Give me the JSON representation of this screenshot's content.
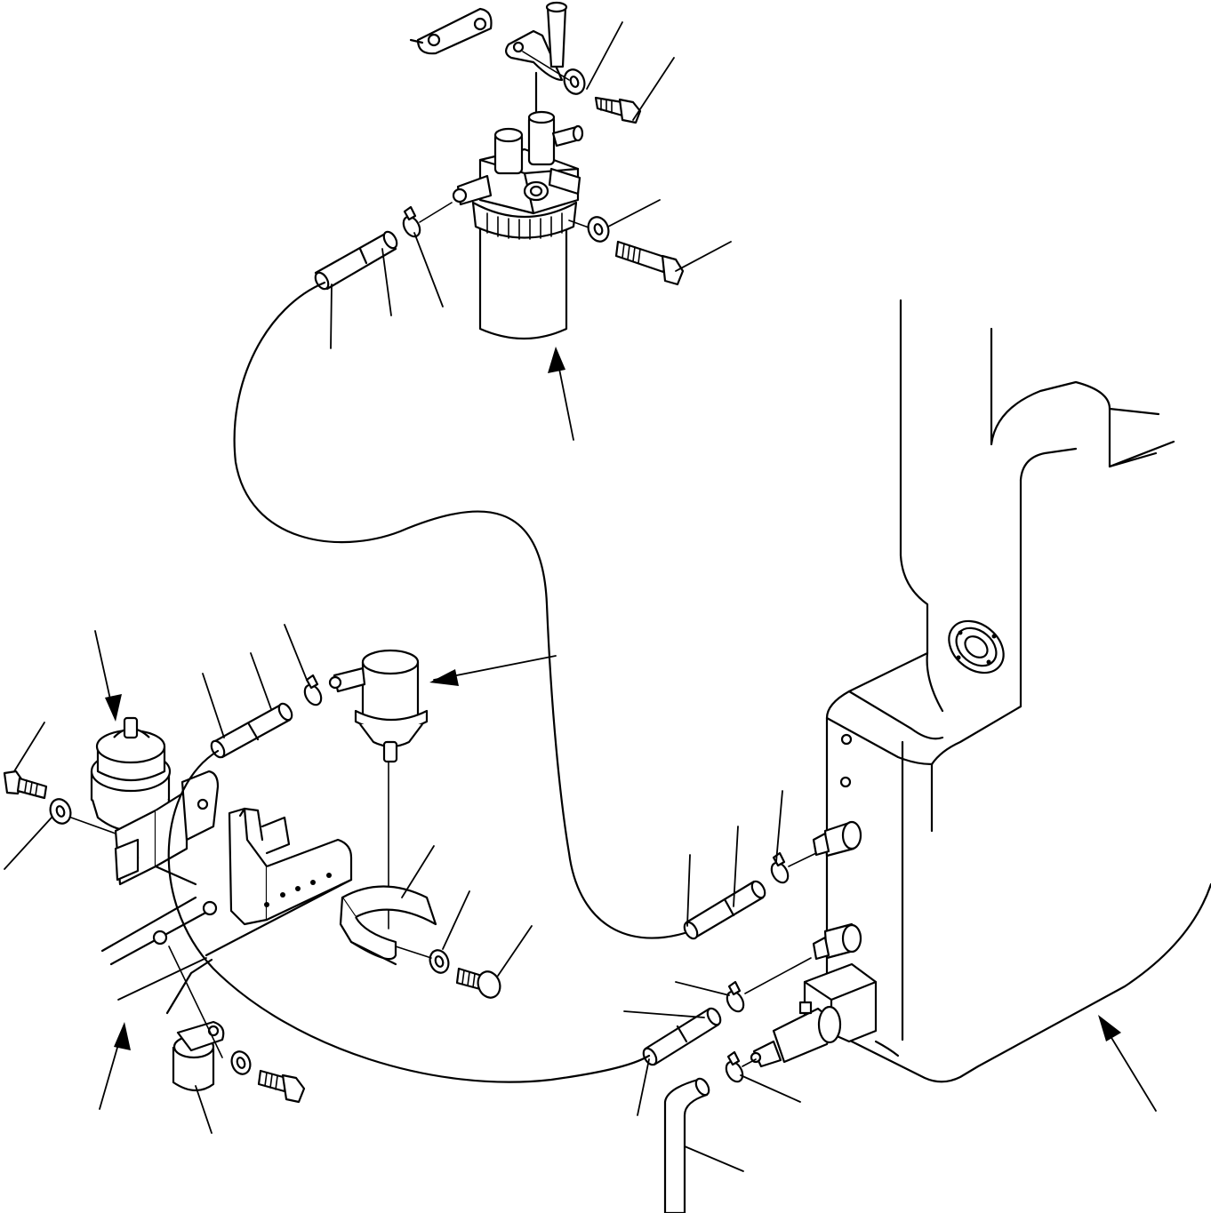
{
  "diagram": {
    "kind": "exploded-parts-drawing",
    "stroke_color": "#000000",
    "background_color": "#ffffff",
    "callout_labels": [],
    "components": [
      {
        "name": "fuel-filter-water-separator"
      },
      {
        "name": "inline-fuel-filter"
      },
      {
        "name": "fuel-pump"
      },
      {
        "name": "fuel-tank"
      },
      {
        "name": "fuel-hose"
      },
      {
        "name": "hose-clamp"
      },
      {
        "name": "mounting-bracket"
      },
      {
        "name": "mounting-bolt"
      },
      {
        "name": "washer"
      },
      {
        "name": "drain-valve"
      },
      {
        "name": "pipe-clamp"
      }
    ]
  }
}
